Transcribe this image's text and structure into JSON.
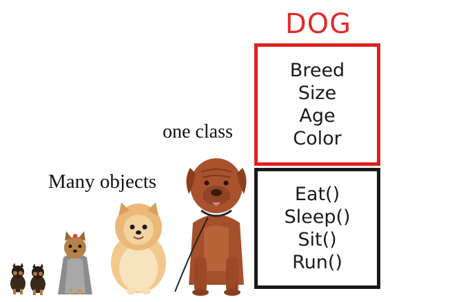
{
  "labels": {
    "one_class": "one class",
    "many_objects": "Many objects"
  },
  "class_diagram": {
    "title": "DOG",
    "attributes": [
      "Breed",
      "Size",
      "Age",
      "Color"
    ],
    "methods": [
      "Eat()",
      "Sleep()",
      "Sit()",
      "Run()"
    ]
  },
  "colors": {
    "class_title": "#e22a2a",
    "attribute_border": "#e02020",
    "method_border": "#1a1a1a"
  }
}
